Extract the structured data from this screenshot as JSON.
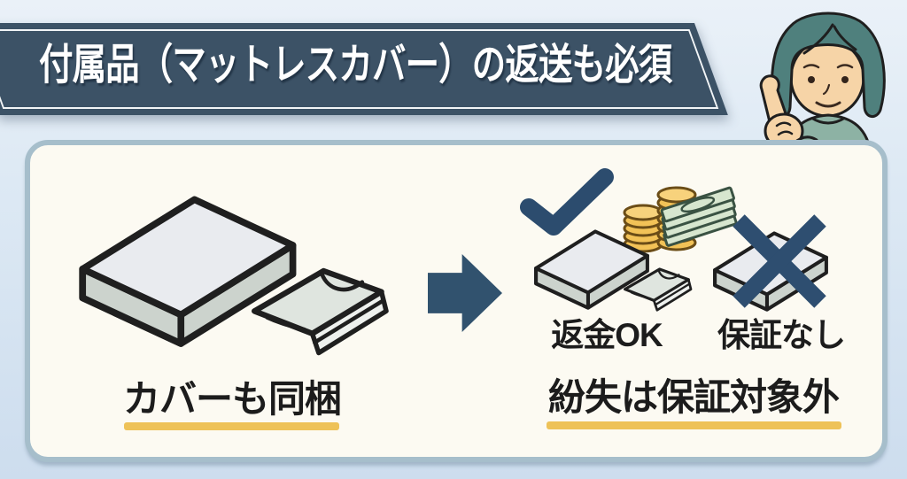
{
  "banner": {
    "title": "付属品（マットレスカバー）の返送も必須"
  },
  "panel": {
    "left": {
      "caption": "カバーも同梱"
    },
    "right": {
      "refund_label": "返金OK",
      "no_warranty_label": "保証なし",
      "caption": "紛失は保証対象外"
    }
  },
  "icons": {
    "arrow": "arrow-right-icon",
    "check": "check-icon",
    "cross": "cross-icon",
    "coins": "coins-icon",
    "banknotes": "banknotes-icon",
    "mattress": "mattress-icon",
    "cover": "folded-cover-icon",
    "presenter": "presenter-woman-icon"
  },
  "colors": {
    "banner_bg": "#3c5266",
    "accent_blue": "#2e4e70",
    "underline_yellow": "#eec258",
    "panel_bg": "#fcfaf2",
    "panel_border": "#a6becb",
    "background_top": "#eaf1f8",
    "background_bottom": "#cdddee",
    "coin_gold": "#f2c257",
    "bill_green": "#d7e6cf",
    "text_black": "#1c1c1c",
    "hair_teal": "#4f807d",
    "shirt_green": "#8db2a4",
    "skin": "#f6d4a7"
  }
}
